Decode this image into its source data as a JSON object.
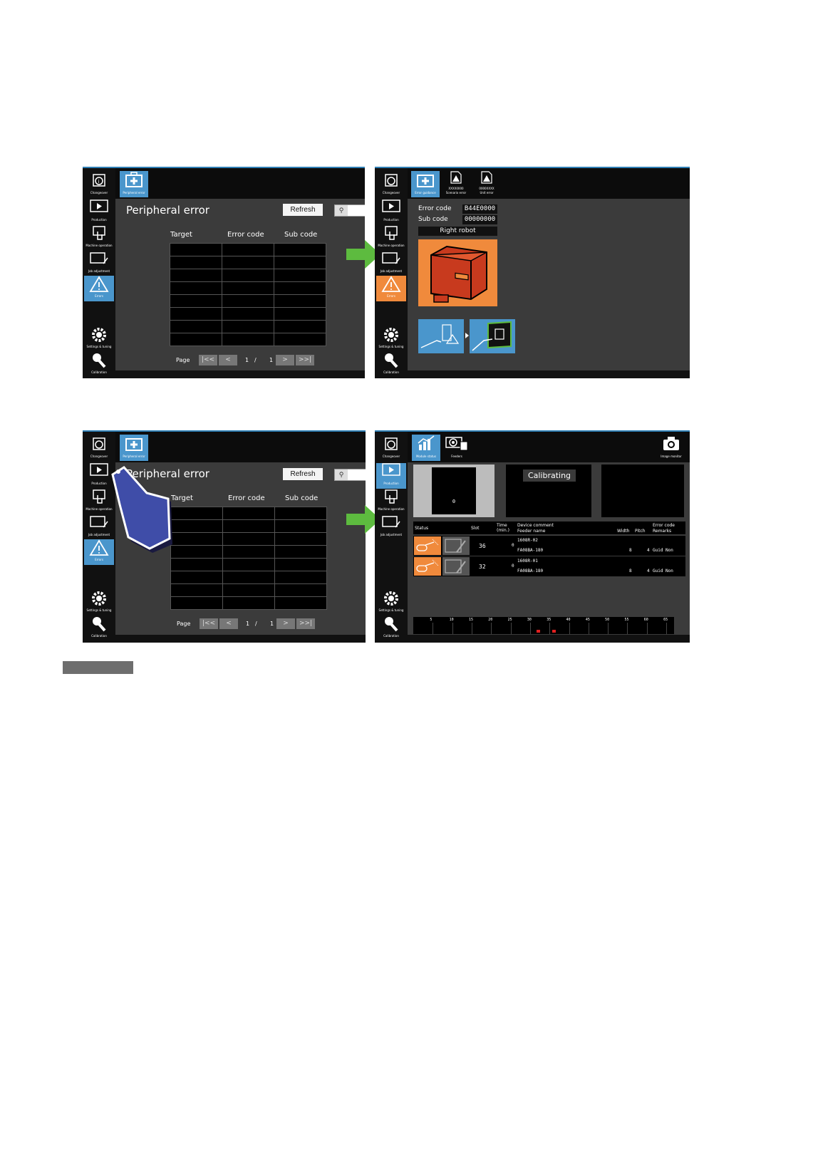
{
  "sidebar": {
    "changeover": "Changeover",
    "production": "Production",
    "machine_operation": "Machine operation",
    "job_adjustment": "Job adjustment",
    "errors": "Errors",
    "settings": "Settings & tuning",
    "calibration": "Calibration"
  },
  "peripheral": {
    "tab_label": "Peripheral error",
    "title": "Peripheral error",
    "refresh": "Refresh",
    "columns": [
      "Target",
      "Error code",
      "Sub code"
    ],
    "page_label": "Page",
    "page_current": "1",
    "page_sep": "/",
    "page_total": "1",
    "nav": {
      "first": "|<<",
      "prev": "<",
      "next": ">",
      "last": ">>|"
    }
  },
  "guidance": {
    "tabs": [
      {
        "label": "Error guidance",
        "icon": "first-aid-kit-icon"
      },
      {
        "label": "Scenario error",
        "icon": "warning-document-icon",
        "code": "XXXX0000"
      },
      {
        "label": "Unit error",
        "icon": "warning-document-icon",
        "code": "0000XXXX"
      }
    ],
    "error_code_label": "Error code",
    "error_code_value": "B44E0000",
    "sub_code_label": "Sub code",
    "sub_code_value": "00000000",
    "target": "Right robot",
    "colors": {
      "accent": "#4a96cc",
      "alert": "#f08a3c",
      "robot": "#c83a1e"
    }
  },
  "module": {
    "tabs": [
      {
        "label": "Module status",
        "icon": "bar-chart-icon"
      },
      {
        "label": "Feeders",
        "icon": "feeder-icon"
      }
    ],
    "image_monitor": "Image monitor",
    "module_value": "0",
    "calibrating": "Calibrating",
    "headers": {
      "status": "Status",
      "slot": "Slot",
      "time": "Time\n(min.)",
      "comment": "Device comment",
      "feeder": "Feeder name",
      "width": "Width",
      "pitch": "Pitch",
      "errcode": "Error code",
      "remarks": "Remarks"
    },
    "rows": [
      {
        "slot": "36",
        "time": "0",
        "comment": "1608R-02",
        "feeder": "FA08BA-180",
        "width": "8",
        "pitch": "4",
        "remarks": "Guid Non"
      },
      {
        "slot": "32",
        "time": "0",
        "comment": "1608R-01",
        "feeder": "FA08BA-180",
        "width": "8",
        "pitch": "4",
        "remarks": "Guid Non"
      }
    ],
    "axis_ticks": [
      "5",
      "10",
      "15",
      "20",
      "25",
      "30",
      "35",
      "40",
      "45",
      "50",
      "55",
      "60",
      "65"
    ],
    "occupied_slots": [
      32,
      36
    ]
  }
}
